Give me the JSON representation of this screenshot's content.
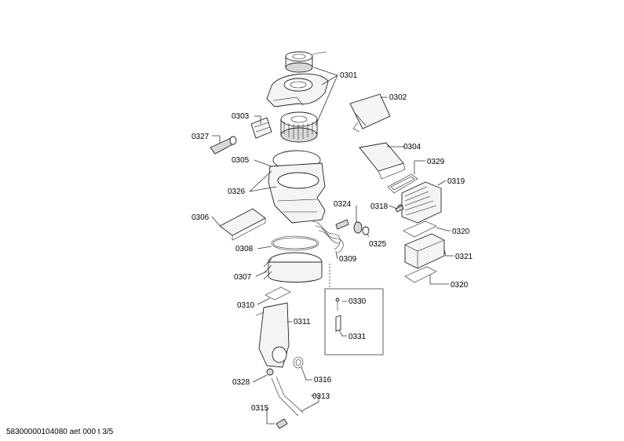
{
  "diagram": {
    "labels": {
      "l0301": "0301",
      "l0302": "0302",
      "l0303": "0303",
      "l0304": "0304",
      "l0305": "0305",
      "l0306": "0306",
      "l0307": "0307",
      "l0308": "0308",
      "l0309": "0309",
      "l0310": "0310",
      "l0311": "0311",
      "l0313": "0313",
      "l0315": "0315",
      "l0316": "0316",
      "l0318": "0318",
      "l0319": "0319",
      "l0320a": "0320",
      "l0320b": "0320",
      "l0321": "0321",
      "l0324": "0324",
      "l0325": "0325",
      "l0326": "0326",
      "l0327": "0327",
      "l0328": "0328",
      "l0329": "0329",
      "l0330": "0330",
      "l0331": "0331"
    }
  },
  "footer": {
    "code": "58300000104080 aet 000 t 3/5"
  }
}
